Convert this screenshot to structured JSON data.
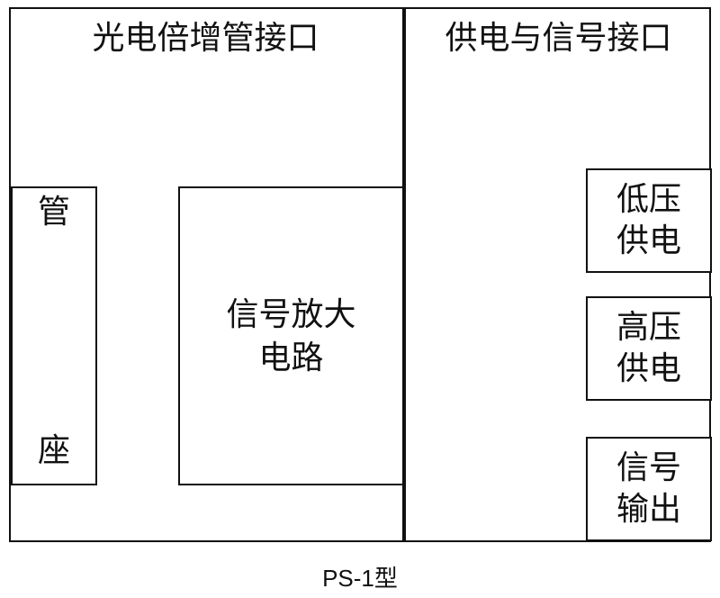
{
  "diagram": {
    "left_panel_title": "光电倍增管接口",
    "right_panel_title": "供电与信号接口",
    "tube_socket": {
      "top_label": "管",
      "bottom_label": "座"
    },
    "amplifier": {
      "line1": "信号放大",
      "line2": "电路"
    },
    "low_voltage": {
      "line1": "低压",
      "line2": "供电"
    },
    "high_voltage": {
      "line1": "高压",
      "line2": "供电"
    },
    "signal_output": {
      "line1": "信号",
      "line2": "输出"
    },
    "caption": "PS-1型"
  },
  "colors": {
    "line": "#111111",
    "background": "#ffffff"
  }
}
